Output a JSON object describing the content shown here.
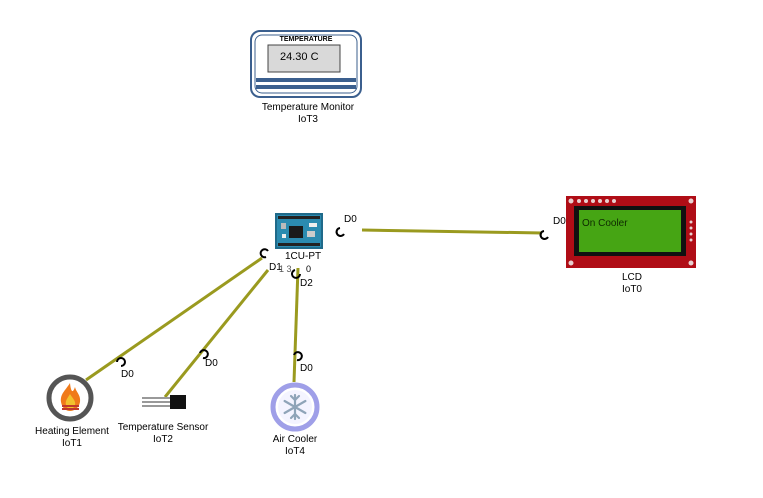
{
  "monitor": {
    "header": "TEMPERATURE",
    "reading": "24.30 C",
    "name": "Temperature Monitor",
    "id": "IoT3"
  },
  "mcu": {
    "name_partial": "1CU-PT",
    "overlap_fragment_left": "1 3",
    "overlap_fragment_right": "0"
  },
  "lcd": {
    "text": "On Cooler",
    "name": "LCD",
    "id": "IoT0"
  },
  "heater": {
    "name": "Heating Element",
    "id": "IoT1"
  },
  "sensor": {
    "name": "Temperature Sensor",
    "id": "IoT2"
  },
  "cooler": {
    "name": "Air Cooler",
    "id": "IoT4"
  },
  "ports": {
    "mcu_d0": "D0",
    "mcu_d1": "D1",
    "mcu_d2": "D2",
    "lcd_d0": "D0",
    "heater_d0": "D0",
    "sensor_d0": "D0",
    "cooler_d0": "D0"
  },
  "colors": {
    "wire": "#9a9a1f",
    "lcd_board": "#b00d16",
    "lcd_screen": "#46a514",
    "monitor_frame": "#3b5f8e",
    "cooler_ring": "#9f9fe8"
  }
}
